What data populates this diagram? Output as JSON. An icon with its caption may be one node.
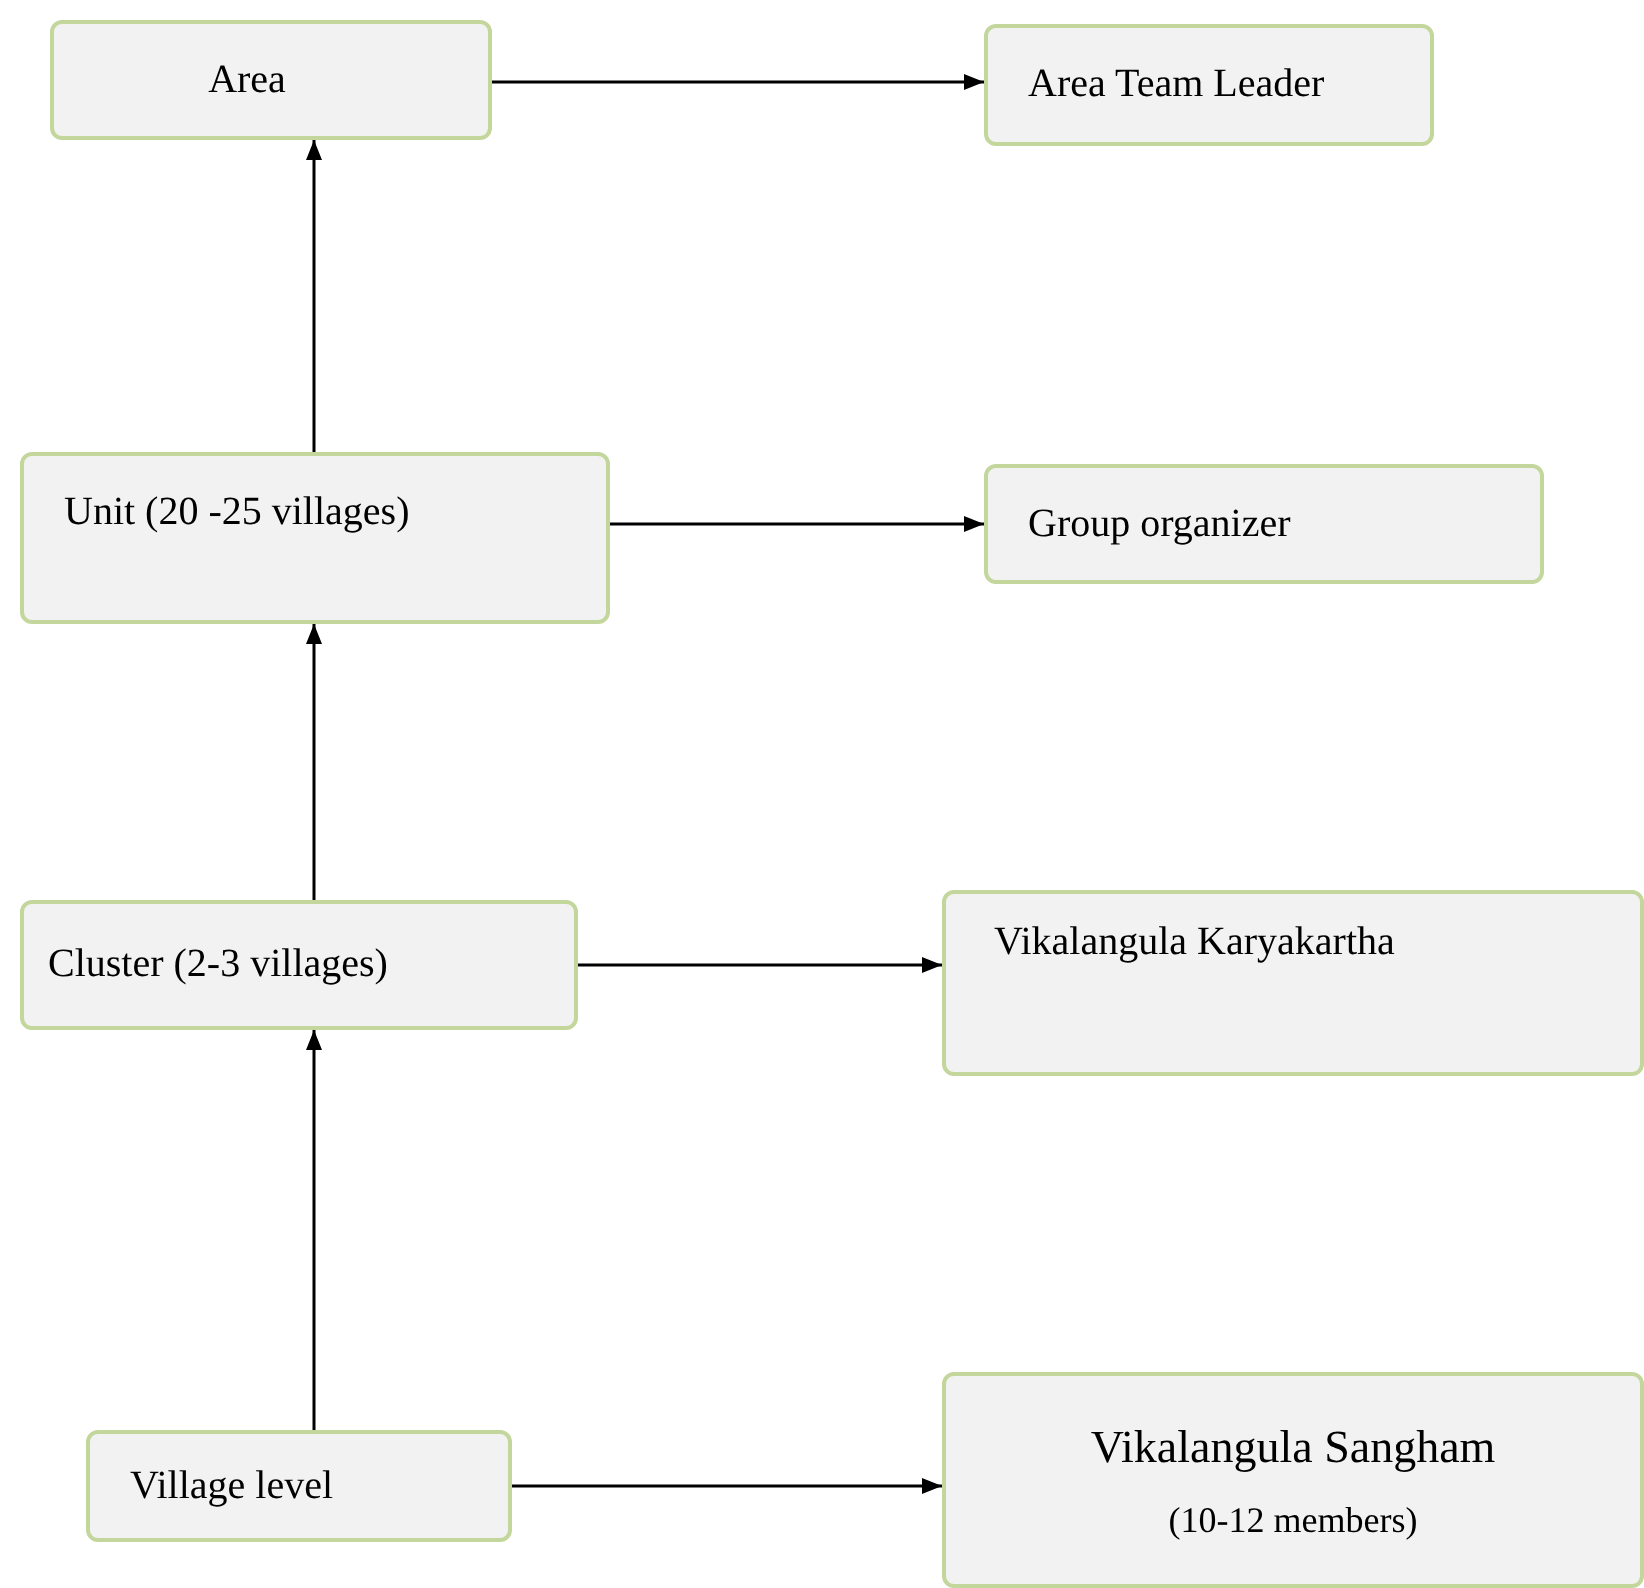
{
  "diagram": {
    "nodes": [
      {
        "text": [
          "Area"
        ]
      },
      {
        "text": [
          "Area Team Leader"
        ]
      },
      {
        "text": [
          "Unit (20 -25 villages)"
        ]
      },
      {
        "text": [
          "Group organizer"
        ]
      },
      {
        "text": [
          "Cluster (2-3 villages)"
        ]
      },
      {
        "text": [
          "Vikalangula Karyakartha"
        ]
      },
      {
        "text": [
          "Village level"
        ]
      },
      {
        "text": [
          "Vikalangula Sangham",
          "(10-12 members)"
        ]
      }
    ],
    "edges": [
      {
        "from": 0,
        "to": 1,
        "arrow": "to"
      },
      {
        "from": 2,
        "to": 0,
        "arrow": "to"
      },
      {
        "from": 2,
        "to": 3,
        "arrow": "to"
      },
      {
        "from": 4,
        "to": 2,
        "arrow": "to"
      },
      {
        "from": 4,
        "to": 5,
        "arrow": "to"
      },
      {
        "from": 6,
        "to": 4,
        "arrow": "to"
      },
      {
        "from": 6,
        "to": 7,
        "arrow": "to"
      }
    ]
  }
}
